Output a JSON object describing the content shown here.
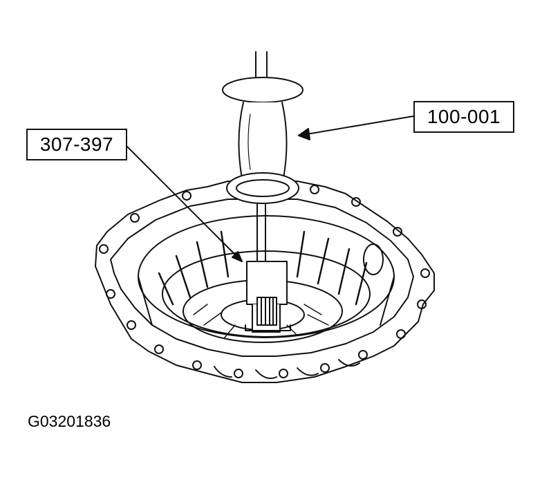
{
  "callouts": {
    "slide_hammer": "100-001",
    "remover_tool": "307-397"
  },
  "figure_id": "G03201836",
  "colors": {
    "line": "#111111",
    "background": "#ffffff"
  }
}
